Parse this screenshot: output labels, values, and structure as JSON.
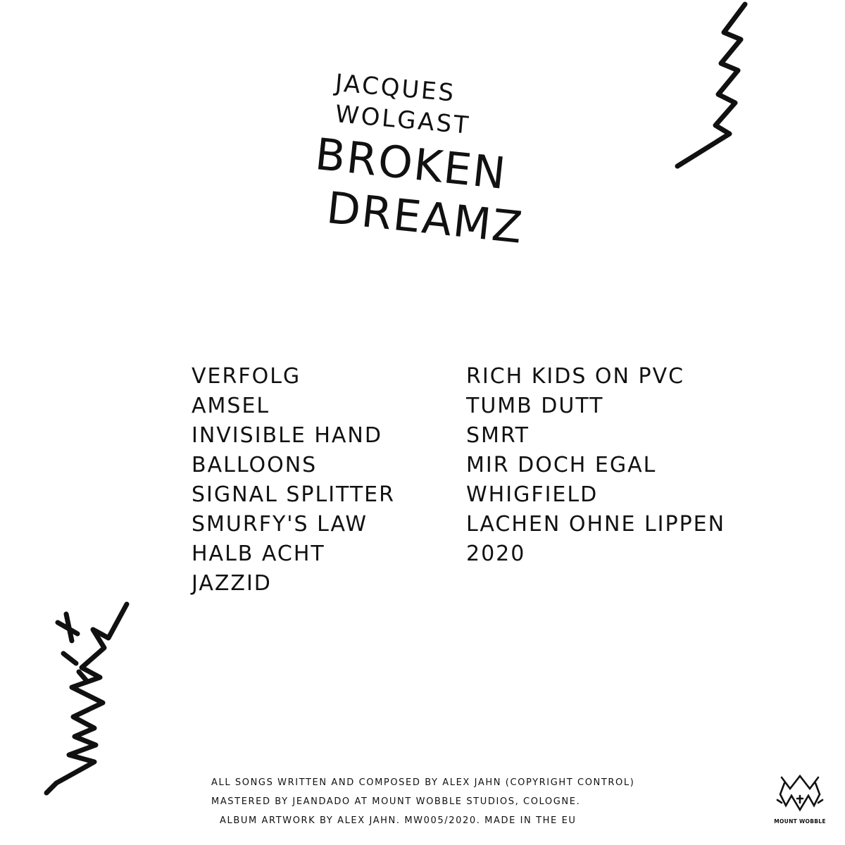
{
  "artist": {
    "line1": "JACQUES",
    "line2": "WOLGAST"
  },
  "album": {
    "line1": "BROKEN",
    "line2": "DREAMZ"
  },
  "tracklist": {
    "left": [
      "VERFOLG",
      "AMSEL",
      "INVISIBLE HAND",
      "BALLOONS",
      "SIGNAL SPLITTER",
      "SMURFY'S LAW",
      "HALB ACHT",
      "JAZZID"
    ],
    "right": [
      "RICH KIDS ON PVC",
      "TUMB DUTT",
      "SMRT",
      "MIR DOCH EGAL",
      "WHIGFIELD",
      "LACHEN OHNE LIPPEN",
      "2020"
    ]
  },
  "credits": {
    "line1": "ALL SONGS WRITTEN AND COMPOSED BY ALEX JAHN (COPYRIGHT CONTROL)",
    "line2": "MASTERED BY JEANDADO AT MOUNT WOBBLE STUDIOS, COLOGNE.",
    "line3": "ALBUM ARTWORK BY ALEX JAHN. MW005/2020. MADE IN THE EU"
  },
  "label": {
    "name": "MOUNT WOBBLE",
    "icon": "mount-wobble-logo-icon"
  },
  "decorations": [
    "zigzag-icon",
    "zigzag-icon"
  ],
  "colors": {
    "ink": "#111111",
    "paper": "#ffffff"
  }
}
